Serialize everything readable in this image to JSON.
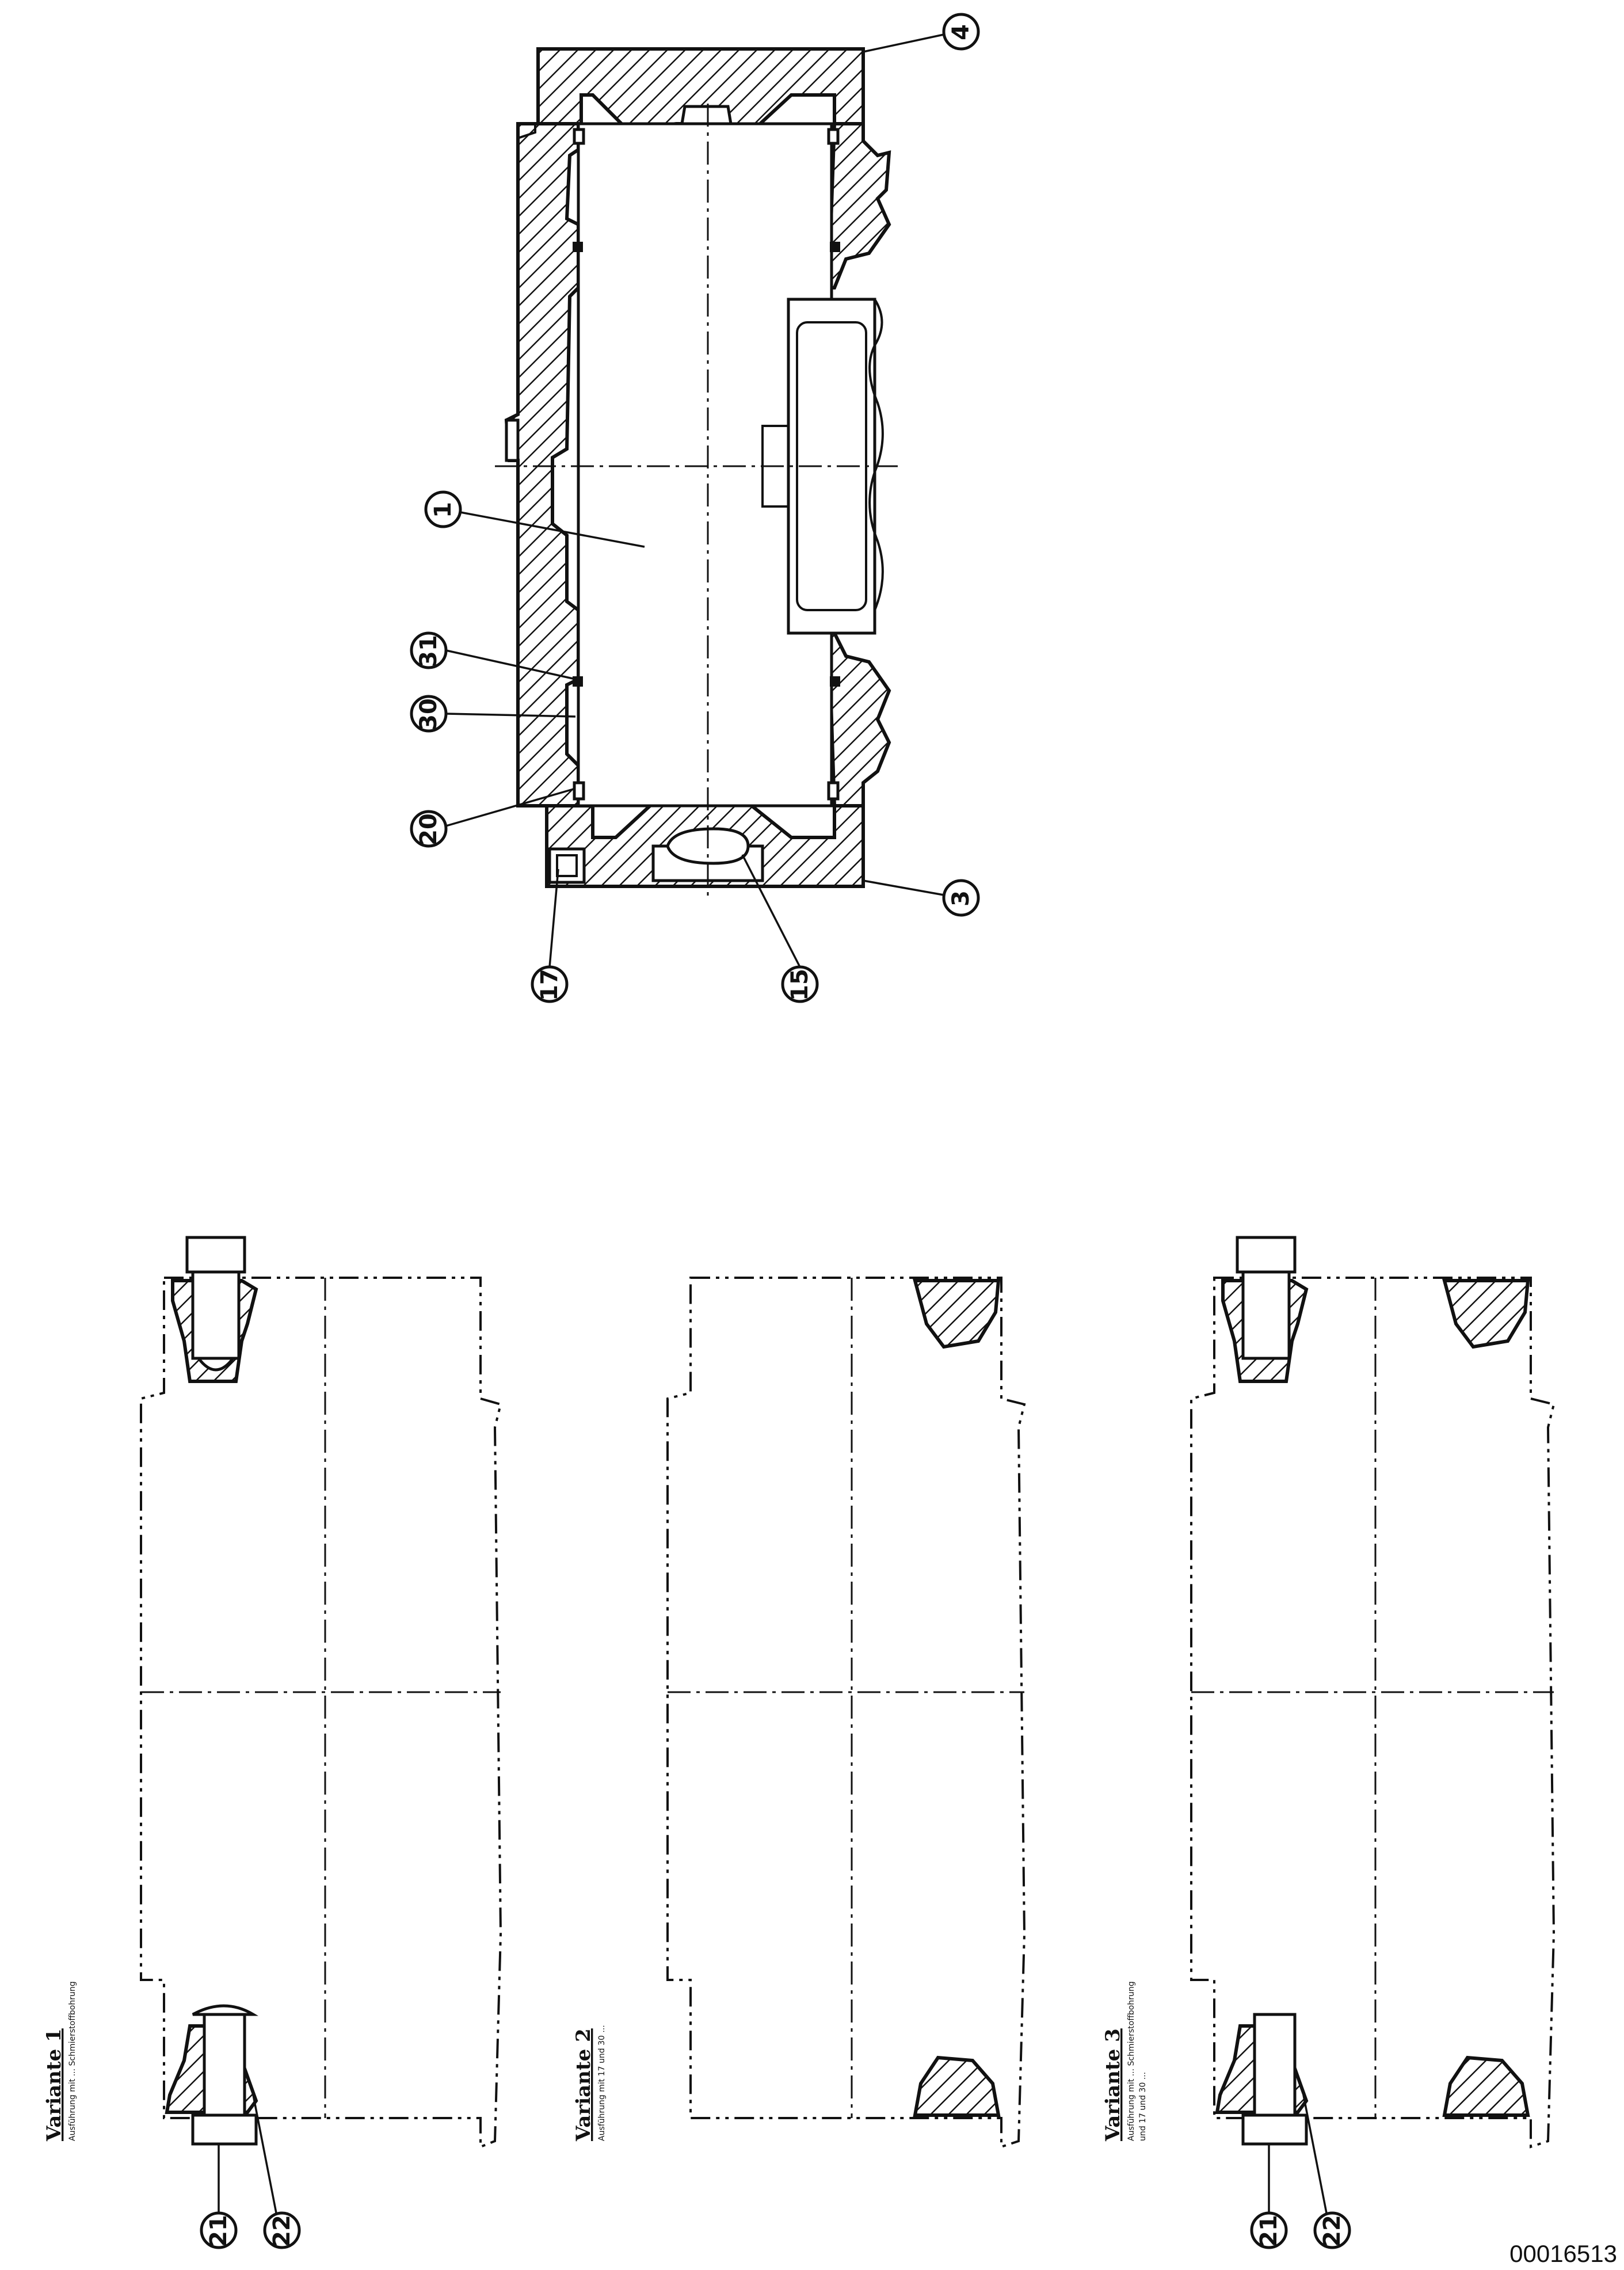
{
  "document_number": "00016513",
  "main_section": {
    "callouts": [
      "1",
      "3",
      "4",
      "15",
      "17",
      "20",
      "30",
      "31"
    ]
  },
  "variants": [
    {
      "title": "Variante 1",
      "subtitle": "Ausführung mit ... Schmierstoffbohrung",
      "callouts": [
        "21",
        "22"
      ]
    },
    {
      "title": "Variante 2",
      "subtitle": "Ausführung mit 17 und 30 ...",
      "callouts": []
    },
    {
      "title": "Variante 3",
      "subtitle": "Ausführung mit ... Schmierstoffbohrung",
      "subtitle2": "und 17 und 30 ...",
      "callouts": [
        "21",
        "22"
      ]
    }
  ]
}
